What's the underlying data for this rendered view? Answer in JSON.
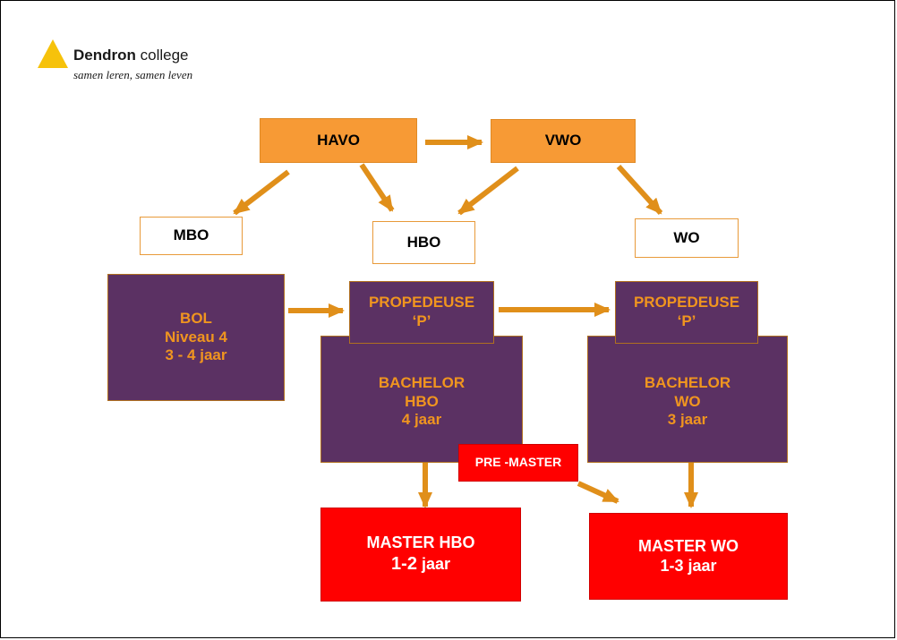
{
  "logo": {
    "name_bold": "Dendron",
    "name_rest": " college",
    "tagline": "samen leren, samen leven",
    "mark_color": "#f6c20b"
  },
  "colors": {
    "arrow": "#e08f1a",
    "orange_box": "#f79a35",
    "purple_box": "#5b3163",
    "purple_text": "#f0951f",
    "red_box": "#ff0000"
  },
  "nodes": {
    "havo": "HAVO",
    "vwo": "VWO",
    "mbo": "MBO",
    "hbo": "HBO",
    "wo": "WO",
    "bol": {
      "line1": "BOL",
      "line2": "Niveau 4",
      "line3": "3 - 4 jaar"
    },
    "propedeuse_hbo": {
      "line1": "PROPEDEUSE",
      "line2": "‘P’"
    },
    "propedeuse_wo": {
      "line1": "PROPEDEUSE",
      "line2": "‘P’"
    },
    "bachelor_hbo": {
      "line1": "BACHELOR",
      "line2": "HBO",
      "line3": "4 jaar"
    },
    "bachelor_wo": {
      "line1": "BACHELOR",
      "line2": "WO",
      "line3": "3 jaar"
    },
    "pre_master": "PRE -MASTER",
    "master_hbo": {
      "line1": "MASTER HBO",
      "line2_bold": "1-2",
      "line2_rest": " jaar"
    },
    "master_wo": {
      "line1": "MASTER WO",
      "line2": "1-3 jaar"
    }
  }
}
